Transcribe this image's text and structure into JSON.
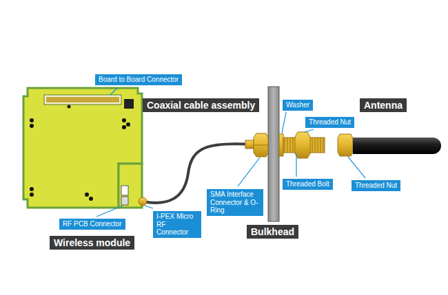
{
  "diagram": {
    "labels": [
      "Board to Board Connector",
      "Coaxial cable assembly",
      "Washer",
      "Antenna",
      "Threaded Nut",
      "Threaded Bolt",
      "Threaded Nut",
      "SMA Interface Connector & O-Ring",
      "RF PCB Connector",
      "I-PEX Micro RF Connector",
      "Bulkhead",
      "Wireless module"
    ]
  }
}
